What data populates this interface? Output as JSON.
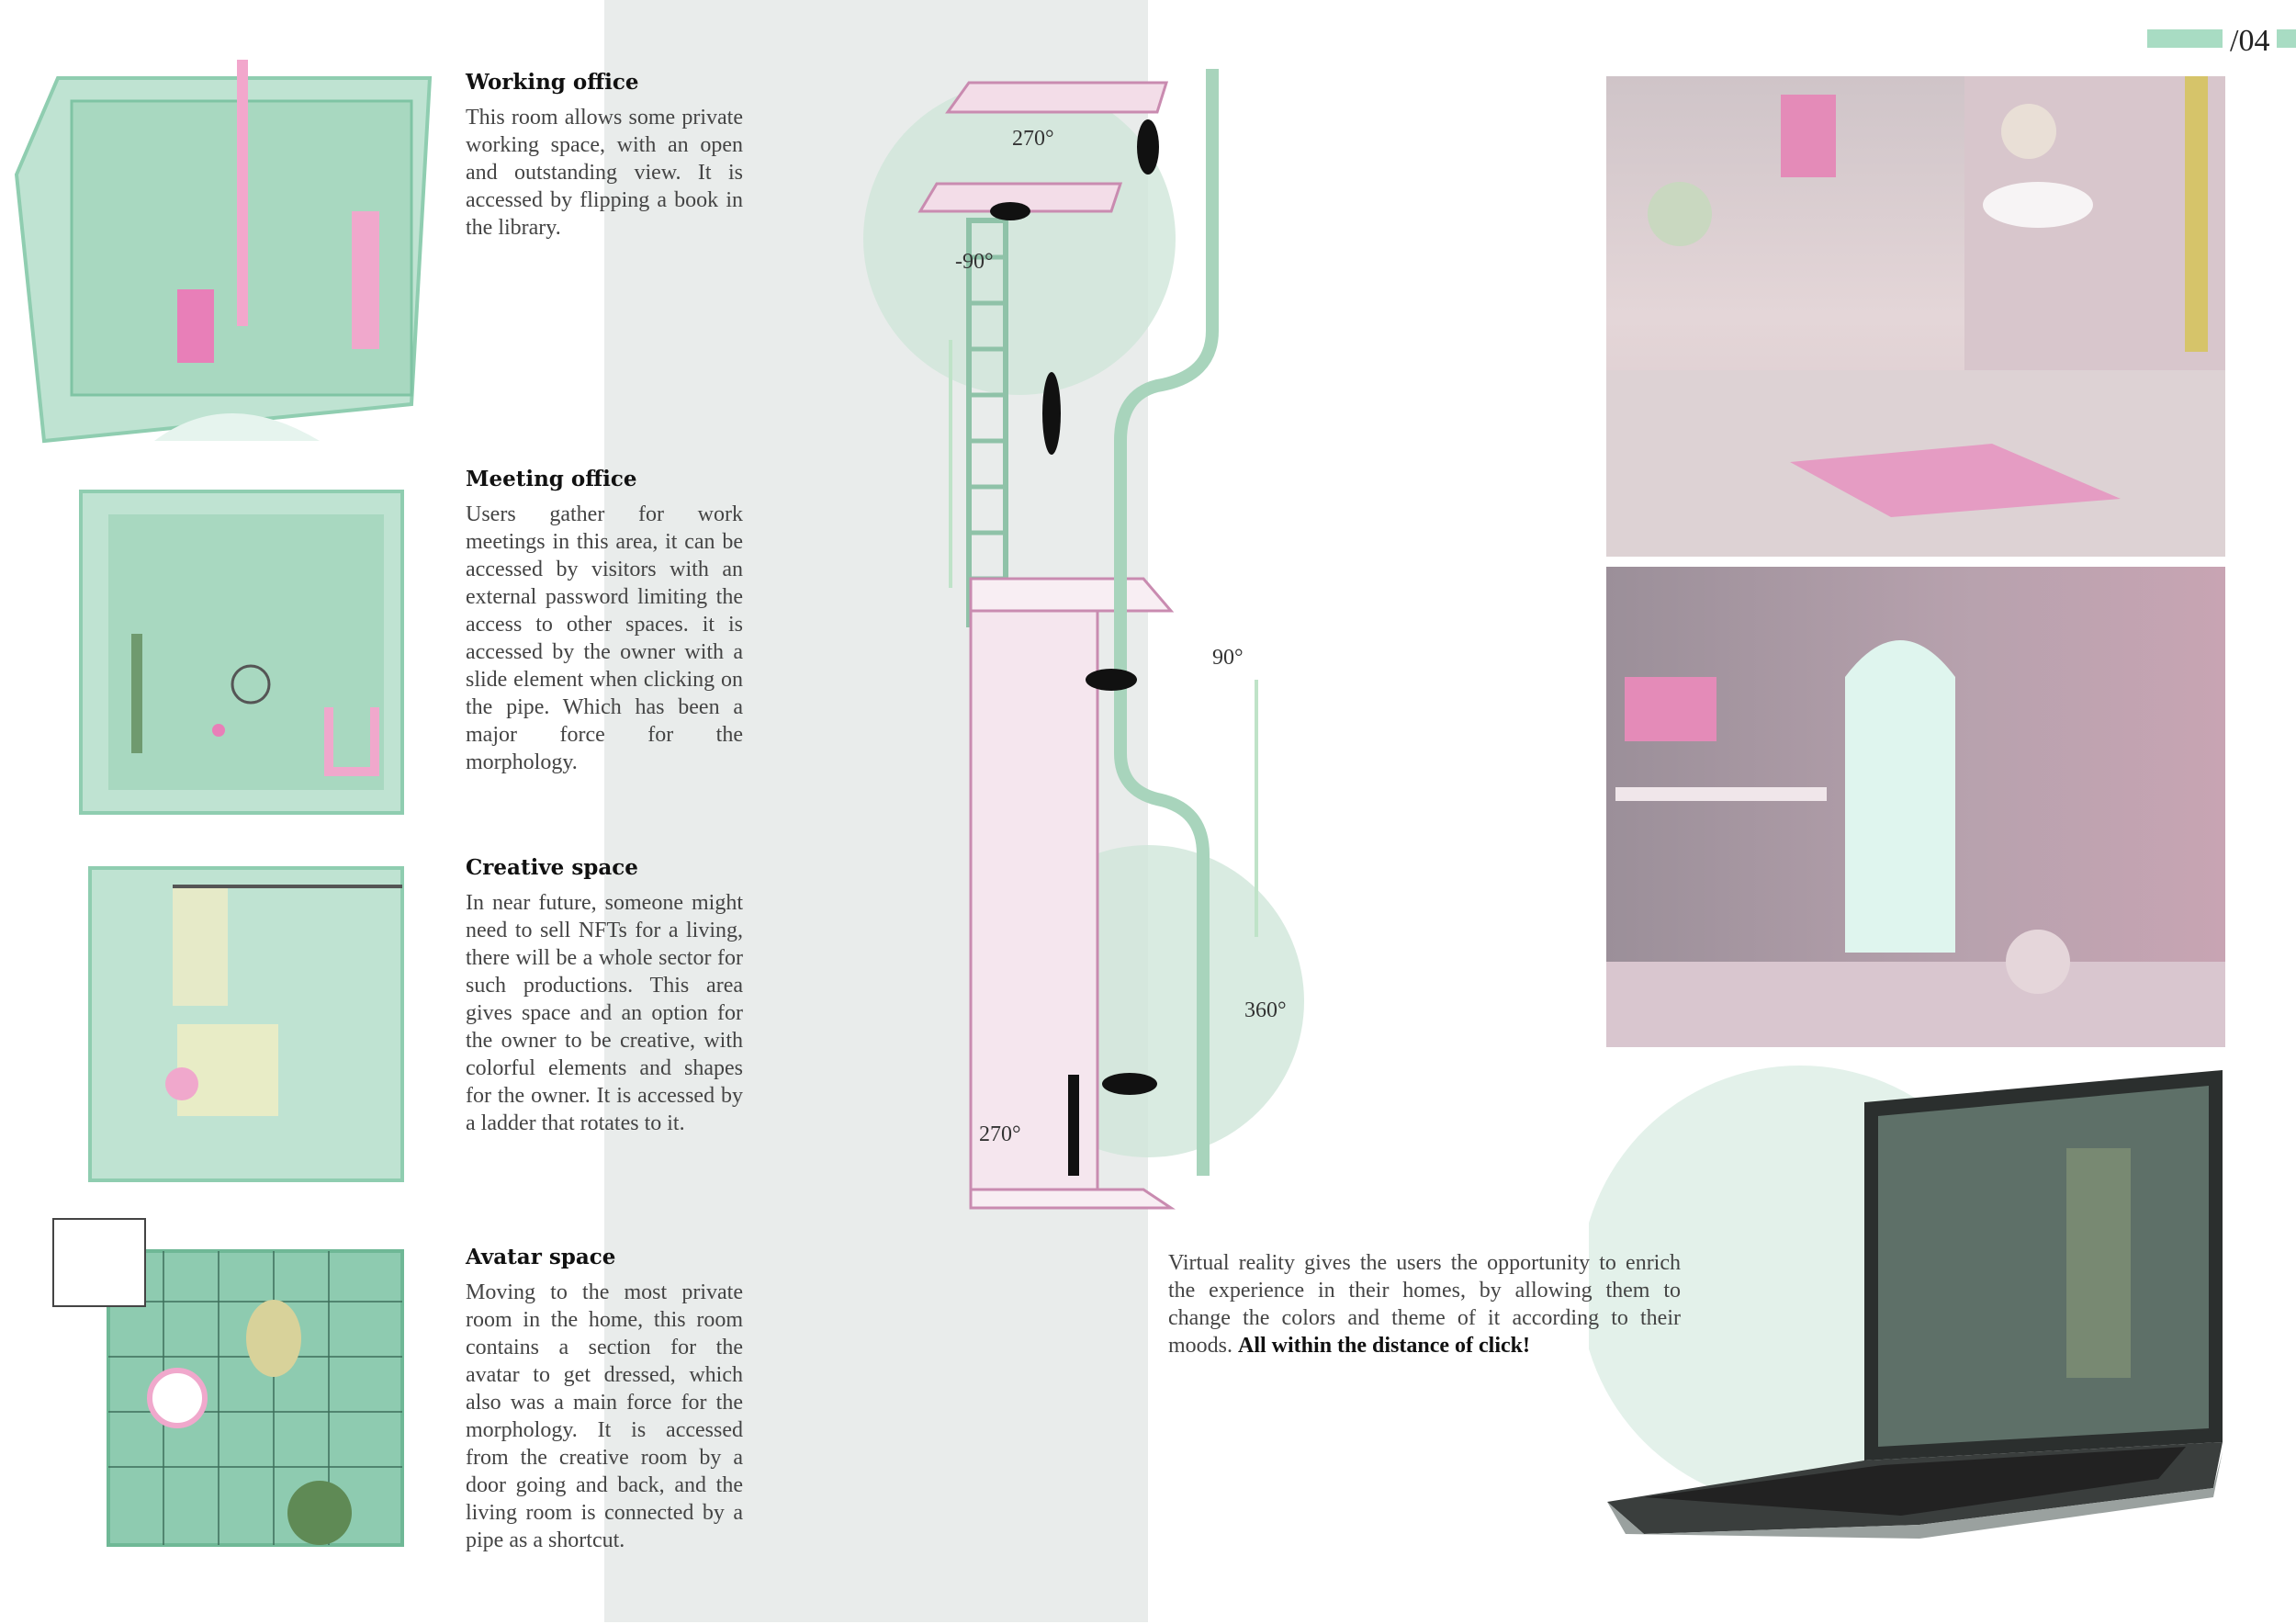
{
  "page_number": "/04",
  "sections": [
    {
      "title": "Working office",
      "body": "This room allows some private working space, with an open and outstanding view. It is accessed by flipping a book in the library."
    },
    {
      "title": "Meeting office",
      "body": "Users gather for work meetings in this area, it can be accessed by visitors with an external password limiting the access to other spaces. it is accessed by the owner with a slide element when clicking on the pipe. Which has been a major force for the morphology."
    },
    {
      "title": "Creative space",
      "body": "In near future, someone might need to sell NFTs for a living, there will be a whole sector for such productions. This area gives space and an option for the owner to be creative, with colorful elements and shapes for the owner. It is accessed by a ladder that rotates to it."
    },
    {
      "title": "Avatar space",
      "body": "Moving to the most private room in the home, this room contains a section for the avatar to get dressed, which also was a main force for the morphology. It is accessed from the creative room by a door going and back, and the living room is connected by a pipe as a shortcut."
    }
  ],
  "diagram": {
    "angles": [
      "270°",
      "-90°",
      "90°",
      "360°",
      "270°"
    ]
  },
  "vr": {
    "text": "Virtual reality gives the users the opportunity to enrich the experience in their homes, by allowing them to change the colors and theme of it according to their moods.",
    "emphasis": "All within the distance of click!"
  },
  "colors": {
    "mint": "#a8dcc3",
    "pink": "#e8a0c4",
    "band": "#e9eceb"
  }
}
